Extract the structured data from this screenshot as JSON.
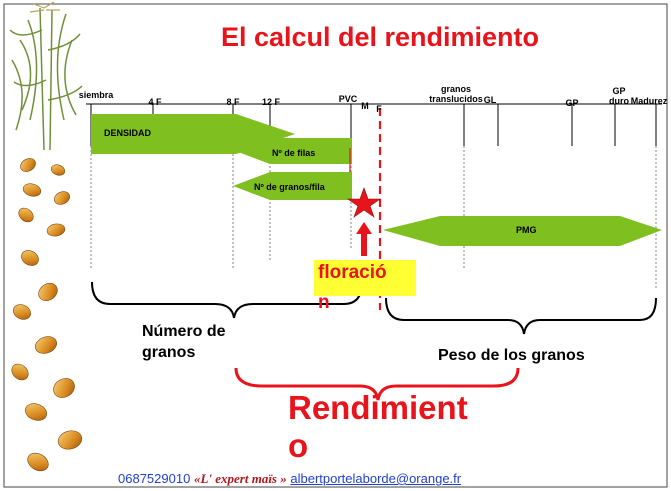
{
  "title": "El calcul del rendimiento",
  "stages": {
    "siembra": "siembra",
    "f4": "4 F",
    "f8": "8 F",
    "f12": "12 F",
    "pvc": "PVC",
    "m": "M",
    "f": "F",
    "granos_trans": "granos translucidos",
    "gl": "GL",
    "gp": "GP",
    "gp_duro": "GP duro",
    "madurez": "Madurez"
  },
  "arrows": {
    "densidad": "DENSIDAD",
    "filas": "Nº de filas",
    "granos_fila": "Nº de granos/fila",
    "pmg": "PMG"
  },
  "floracion": {
    "line1": "floració",
    "line2": "n"
  },
  "groups": {
    "numero_line1": "Número de",
    "numero_line2": "granos",
    "peso": "Peso de los granos"
  },
  "rendimiento": {
    "line1": "Rendimient",
    "line2": "o"
  },
  "footer": {
    "phone": "0687529010",
    "brand": "«L' expert maïs »",
    "email": "albertportelaborde@orange.fr"
  },
  "colors": {
    "title": "#e8141b",
    "arrow_fill": "#7fbf1f",
    "highlight": "#ffff33",
    "footer": "#1f3fd1"
  }
}
